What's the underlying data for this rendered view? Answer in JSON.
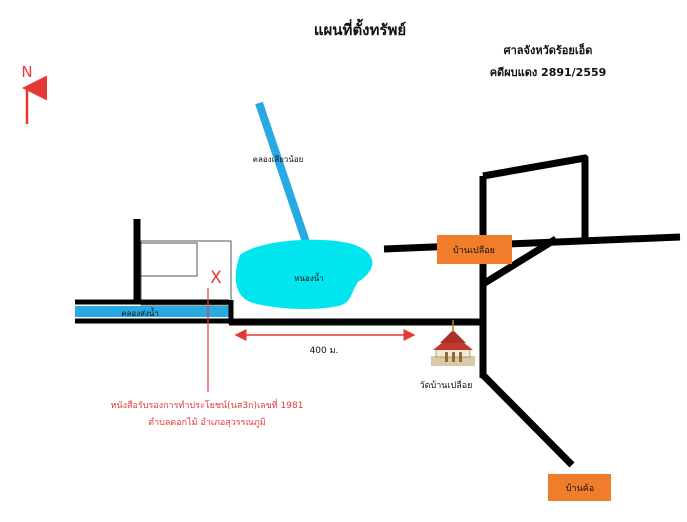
{
  "title": "แผนที่ตั้งทรัพย์",
  "court": "ศาลจังหวัดร้อยเอ็ด",
  "case_number": "คดีผบแดง 2891/2559",
  "north_label": "N",
  "labels": {
    "canal_upper": "คลองเสียวน้อย",
    "canal_lower": "คลองส่งน้ำ",
    "pond": "หนองน้ำ",
    "distance": "400 ม.",
    "temple": "วัดบ้านเปลือย",
    "village_plueai": "บ้านเปลือย",
    "village_kho": "บ้านค้อ"
  },
  "marker": {
    "symbol": "X"
  },
  "certificate": {
    "line1": "หนังสือรับรองการทำประโยชน์(นส3ก)เลขที่ 1981",
    "line2": "ตำบลดอกไม้ อำเภอสุวรรณภูมิ"
  },
  "colors": {
    "road": "#000000",
    "water": "#29a9e1",
    "pond": "#00e5ee",
    "accent_red": "#e53935",
    "village_box": "#f07d2b"
  }
}
